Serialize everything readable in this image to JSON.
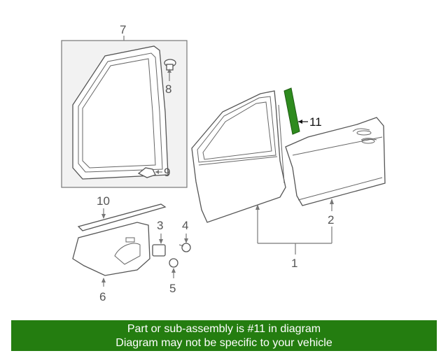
{
  "labels": {
    "p1": "1",
    "p2": "2",
    "p3": "3",
    "p4": "4",
    "p5": "5",
    "p6": "6",
    "p7": "7",
    "p8": "8",
    "p9": "9",
    "p10": "10",
    "p11": "11"
  },
  "highlight": {
    "part": "11",
    "color": "#2e8b1e"
  },
  "banner": {
    "color": "#247d10",
    "line1": "Part or sub-assembly is #11 in diagram",
    "line2": "Diagram may not be specific to your vehicle"
  }
}
